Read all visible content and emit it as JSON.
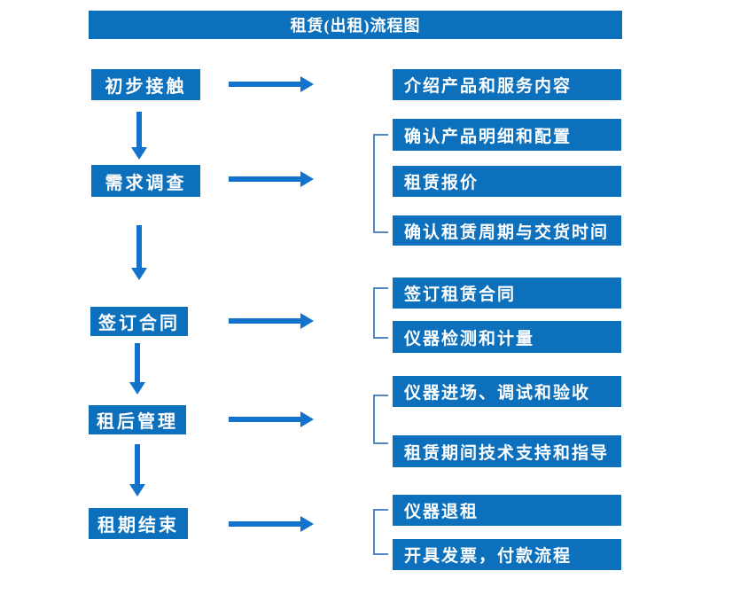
{
  "title": "租赁(出租)流程图",
  "colors": {
    "box_blue": "#0d70bc",
    "arrow_blue": "#1372cc",
    "bracket_blue": "#5287c5",
    "text_white": "#ffffff"
  },
  "stages": [
    {
      "label": "初步接触",
      "outputs": [
        "介绍产品和服务内容"
      ]
    },
    {
      "label": "需求调查",
      "outputs": [
        "确认产品明细和配置",
        "租赁报价",
        "确认租赁周期与交货时间"
      ]
    },
    {
      "label": "签订合同",
      "outputs": [
        "签订租赁合同",
        "仪器检测和计量"
      ]
    },
    {
      "label": "租后管理",
      "outputs": [
        "仪器进场、调试和验收",
        "租赁期间技术支持和指导"
      ]
    },
    {
      "label": "租期结束",
      "outputs": [
        "仪器退租",
        "开具发票，付款流程"
      ]
    }
  ]
}
